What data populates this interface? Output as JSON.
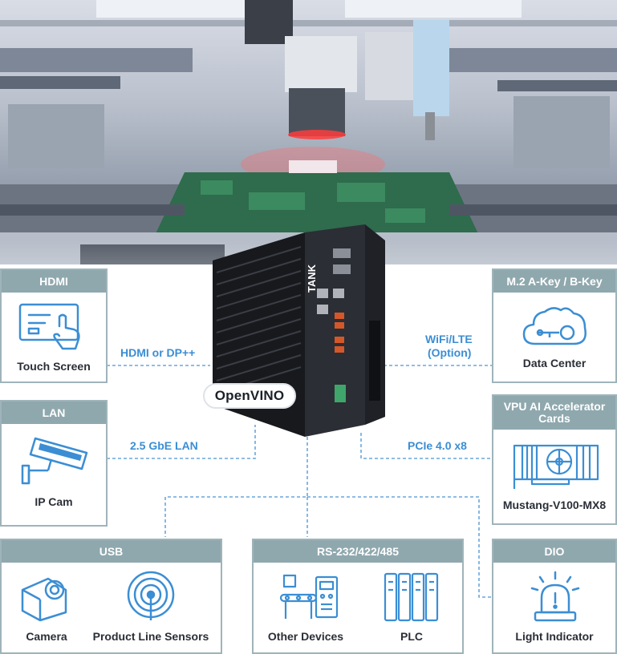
{
  "devices": {
    "hdmi": {
      "header": "HDMI",
      "caption": "Touch Screen",
      "icon": "touch-screen-icon"
    },
    "lan": {
      "header": "LAN",
      "caption": "IP Cam",
      "icon": "ip-camera-icon"
    },
    "usb": {
      "header": "USB",
      "captions": [
        "Camera",
        "Product Line Sensors"
      ],
      "icons": [
        "camera-icon",
        "sensor-icon"
      ]
    },
    "rs232": {
      "header": "RS-232/422/485",
      "captions": [
        "Other Devices",
        "PLC"
      ],
      "icons": [
        "conveyor-icon",
        "plc-icon"
      ]
    },
    "m2": {
      "header": "M.2 A-Key / B-Key",
      "caption": "Data Center",
      "icon": "cloud-icon"
    },
    "vpu": {
      "header": "VPU AI Accelerator Cards",
      "caption": "Mustang-V100-MX8",
      "icon": "accelerator-card-icon"
    },
    "dio": {
      "header": "DIO",
      "caption": "Light Indicator",
      "icon": "warning-light-icon"
    }
  },
  "links": {
    "hdmi": "HDMI or DP++",
    "lan": "2.5 GbE LAN",
    "wifi_line1": "WiFi/LTE",
    "wifi_line2": "(Option)",
    "pcie": "PCIe 4.0 x8"
  },
  "computer": {
    "brand": "TANK",
    "badge": "OpenVINO"
  },
  "colors": {
    "card_header": "#8fa8ae",
    "card_border": "#9fb4ba",
    "link_text": "#3b8ed4",
    "icon": "#3b8ed4"
  }
}
